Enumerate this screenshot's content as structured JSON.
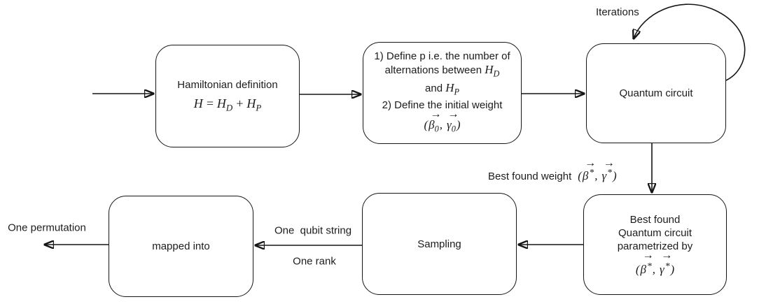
{
  "labels": {
    "iterations": "Iterations",
    "best_found_weight": "Best found weight",
    "one_qubit_string": "One  qubit string",
    "one_rank": "One rank",
    "one_permutation": "One permutation"
  },
  "math": {
    "vec_arrow": "→",
    "lparen": "(",
    "rparen": ")",
    "comma": ",",
    "beta": "β",
    "gamma": "γ",
    "star": "*",
    "zero": "0",
    "H": "H",
    "sub_D": "D",
    "sub_P": "P",
    "equals": "=",
    "plus": "+"
  },
  "boxes": {
    "hamiltonian": {
      "title": "Hamiltonian definition"
    },
    "define": {
      "line1": "1) Define p i.e. the number of",
      "line2": "alternations between",
      "line3": "and",
      "line4": "2) Define the initial weight"
    },
    "quantum_circuit": {
      "title": "Quantum circuit"
    },
    "best_found": {
      "line1": "Best found",
      "line2": "Quantum circuit",
      "line3": "parametrized by"
    },
    "sampling": {
      "title": "Sampling"
    },
    "mapped": {
      "title": "mapped into"
    }
  }
}
